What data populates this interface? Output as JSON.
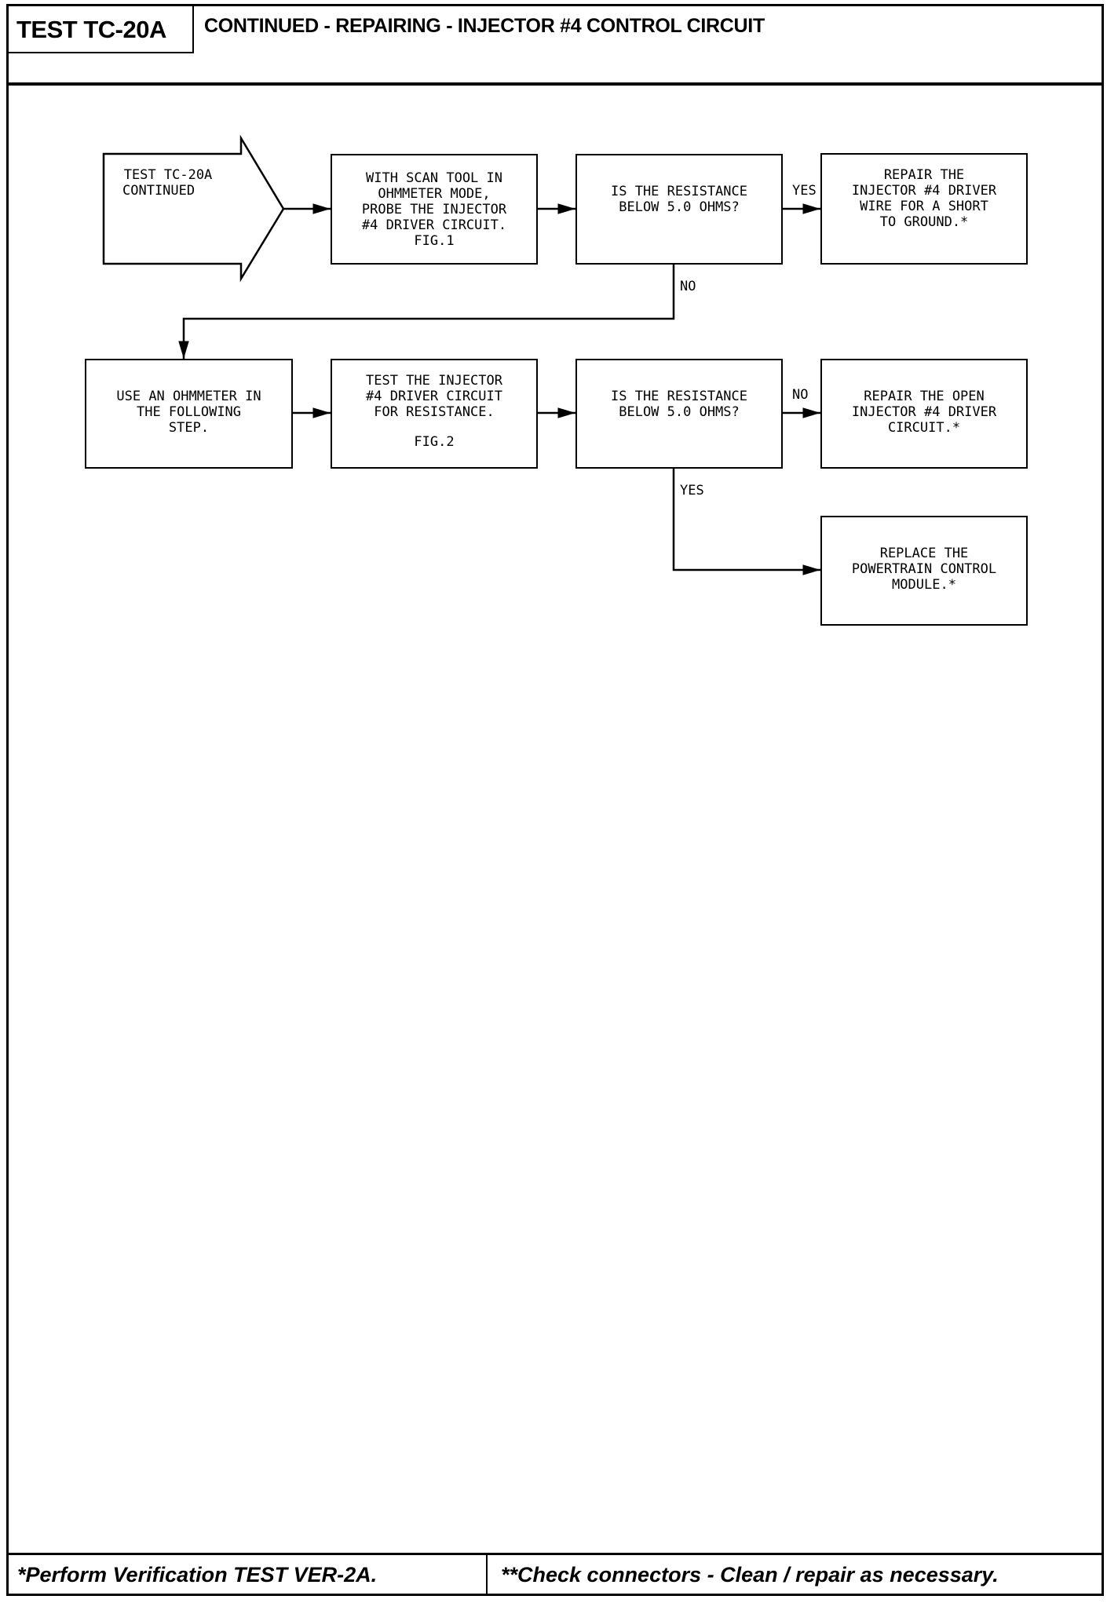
{
  "header": {
    "test_id": "TEST TC-20A",
    "title": "CONTINUED - REPAIRING - INJECTOR #4 CONTROL CIRCUIT"
  },
  "flow": {
    "start": [
      "TEST TC-20A",
      "CONTINUED"
    ],
    "step1": [
      "WITH SCAN TOOL IN",
      "OHMMETER MODE,",
      "PROBE THE INJECTOR",
      "#4 DRIVER CIRCUIT.",
      "FIG.1"
    ],
    "decision1": [
      "IS THE RESISTANCE",
      "BELOW 5.0 OHMS?"
    ],
    "repair_short": [
      "REPAIR THE",
      "INJECTOR #4 DRIVER",
      "WIRE FOR A SHORT",
      "TO GROUND.*"
    ],
    "ohmmeter_step": [
      "USE AN OHMMETER IN",
      "THE FOLLOWING",
      "STEP."
    ],
    "step2": [
      "TEST THE INJECTOR",
      "#4 DRIVER CIRCUIT",
      "FOR RESISTANCE."
    ],
    "step2_fig": "FIG.2",
    "decision2": [
      "IS THE RESISTANCE",
      "BELOW 5.0 OHMS?"
    ],
    "repair_open": [
      "REPAIR THE OPEN",
      "INJECTOR #4 DRIVER",
      "CIRCUIT.*"
    ],
    "replace_pcm": [
      "REPLACE THE",
      "POWERTRAIN CONTROL",
      "MODULE.*"
    ],
    "labels": {
      "yes_1": "YES",
      "no_1": "NO",
      "no_2": "NO",
      "yes_2": "YES"
    }
  },
  "footer": {
    "note_left": "*Perform Verification TEST VER-2A.",
    "note_right": "**Check connectors - Clean / repair as necessary."
  }
}
